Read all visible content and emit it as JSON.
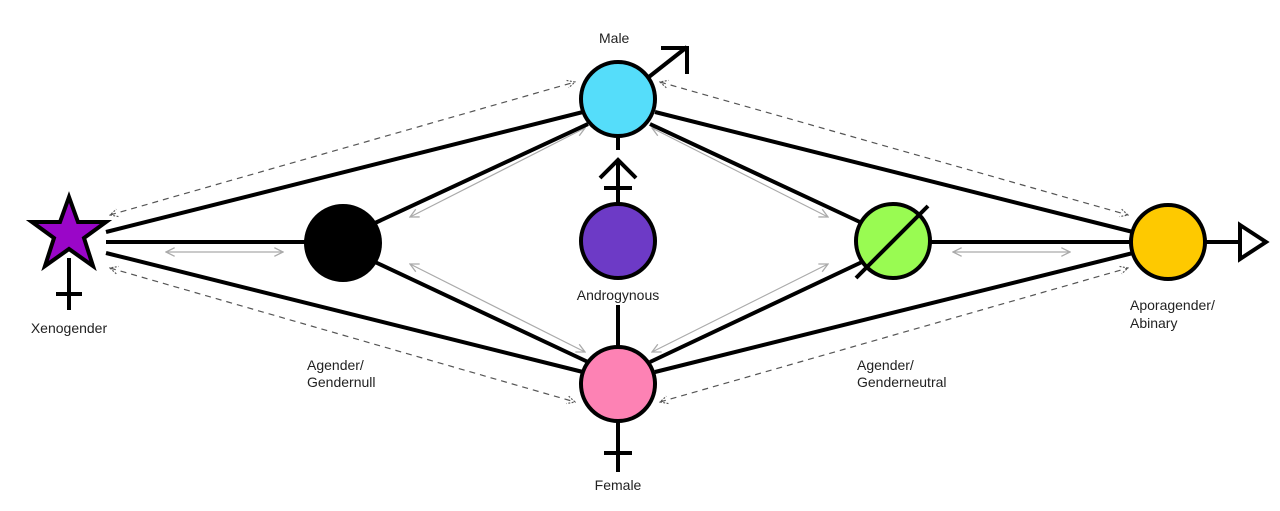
{
  "title": "Gender diagram",
  "colors": {
    "line": "#000000",
    "dashed": "#555555",
    "gray_arrow": "#aaaaaa",
    "male": "#55ddfa",
    "female": "#fd82b4",
    "androgynous": "#6d3ac6",
    "agender_gendernull": "#000000",
    "agender_genderneutral": "#99fb52",
    "aporagender": "#fec900",
    "xenogender": "#9a06c8"
  },
  "nodes": [
    {
      "id": "xenogender",
      "label_lines": [
        "Xenogender"
      ],
      "shape": "star",
      "symbol": "female-cross-below"
    },
    {
      "id": "gendernull",
      "label_lines": [
        "Agender/",
        "Gendernull"
      ],
      "shape": "circle",
      "symbol": "none"
    },
    {
      "id": "male",
      "label_lines": [
        "Male"
      ],
      "shape": "circle",
      "symbol": "mars-arrow"
    },
    {
      "id": "androgynous",
      "label_lines": [
        "Androgynous"
      ],
      "shape": "circle",
      "symbol": "cross-and-arrow-above"
    },
    {
      "id": "female",
      "label_lines": [
        "Female"
      ],
      "shape": "circle",
      "symbol": "venus-cross"
    },
    {
      "id": "genderneutral",
      "label_lines": [
        "Agender/",
        "Genderneutral"
      ],
      "shape": "circle",
      "symbol": "slash"
    },
    {
      "id": "aporagender",
      "label_lines": [
        "Aporagender/",
        "Abinary"
      ],
      "shape": "circle",
      "symbol": "open-triangle-arrow"
    }
  ],
  "edges": {
    "solid": [
      [
        "xenogender",
        "male"
      ],
      [
        "xenogender",
        "gendernull"
      ],
      [
        "xenogender",
        "female"
      ],
      [
        "gendernull",
        "male"
      ],
      [
        "gendernull",
        "female"
      ],
      [
        "male",
        "androgynous"
      ],
      [
        "androgynous",
        "female"
      ],
      [
        "male",
        "genderneutral"
      ],
      [
        "female",
        "genderneutral"
      ],
      [
        "male",
        "aporagender"
      ],
      [
        "female",
        "aporagender"
      ],
      [
        "genderneutral",
        "aporagender"
      ]
    ],
    "dashed_arrows": [
      [
        "male",
        "xenogender"
      ],
      [
        "female",
        "xenogender"
      ],
      [
        "male",
        "aporagender"
      ],
      [
        "female",
        "aporagender"
      ]
    ],
    "gray_double_arrows": [
      [
        "xenogender",
        "gendernull"
      ],
      [
        "gendernull",
        "male"
      ],
      [
        "gendernull",
        "female"
      ],
      [
        "genderneutral",
        "male"
      ],
      [
        "genderneutral",
        "female"
      ],
      [
        "genderneutral",
        "aporagender"
      ]
    ]
  },
  "labels": {
    "male": "Male",
    "female": "Female",
    "androgynous": "Androgynous",
    "xenogender": "Xenogender",
    "gendernull_1": "Agender/",
    "gendernull_2": "Gendernull",
    "genderneutral_1": "Agender/",
    "genderneutral_2": "Genderneutral",
    "aporagender_1": "Aporagender/",
    "aporagender_2": "Abinary"
  }
}
